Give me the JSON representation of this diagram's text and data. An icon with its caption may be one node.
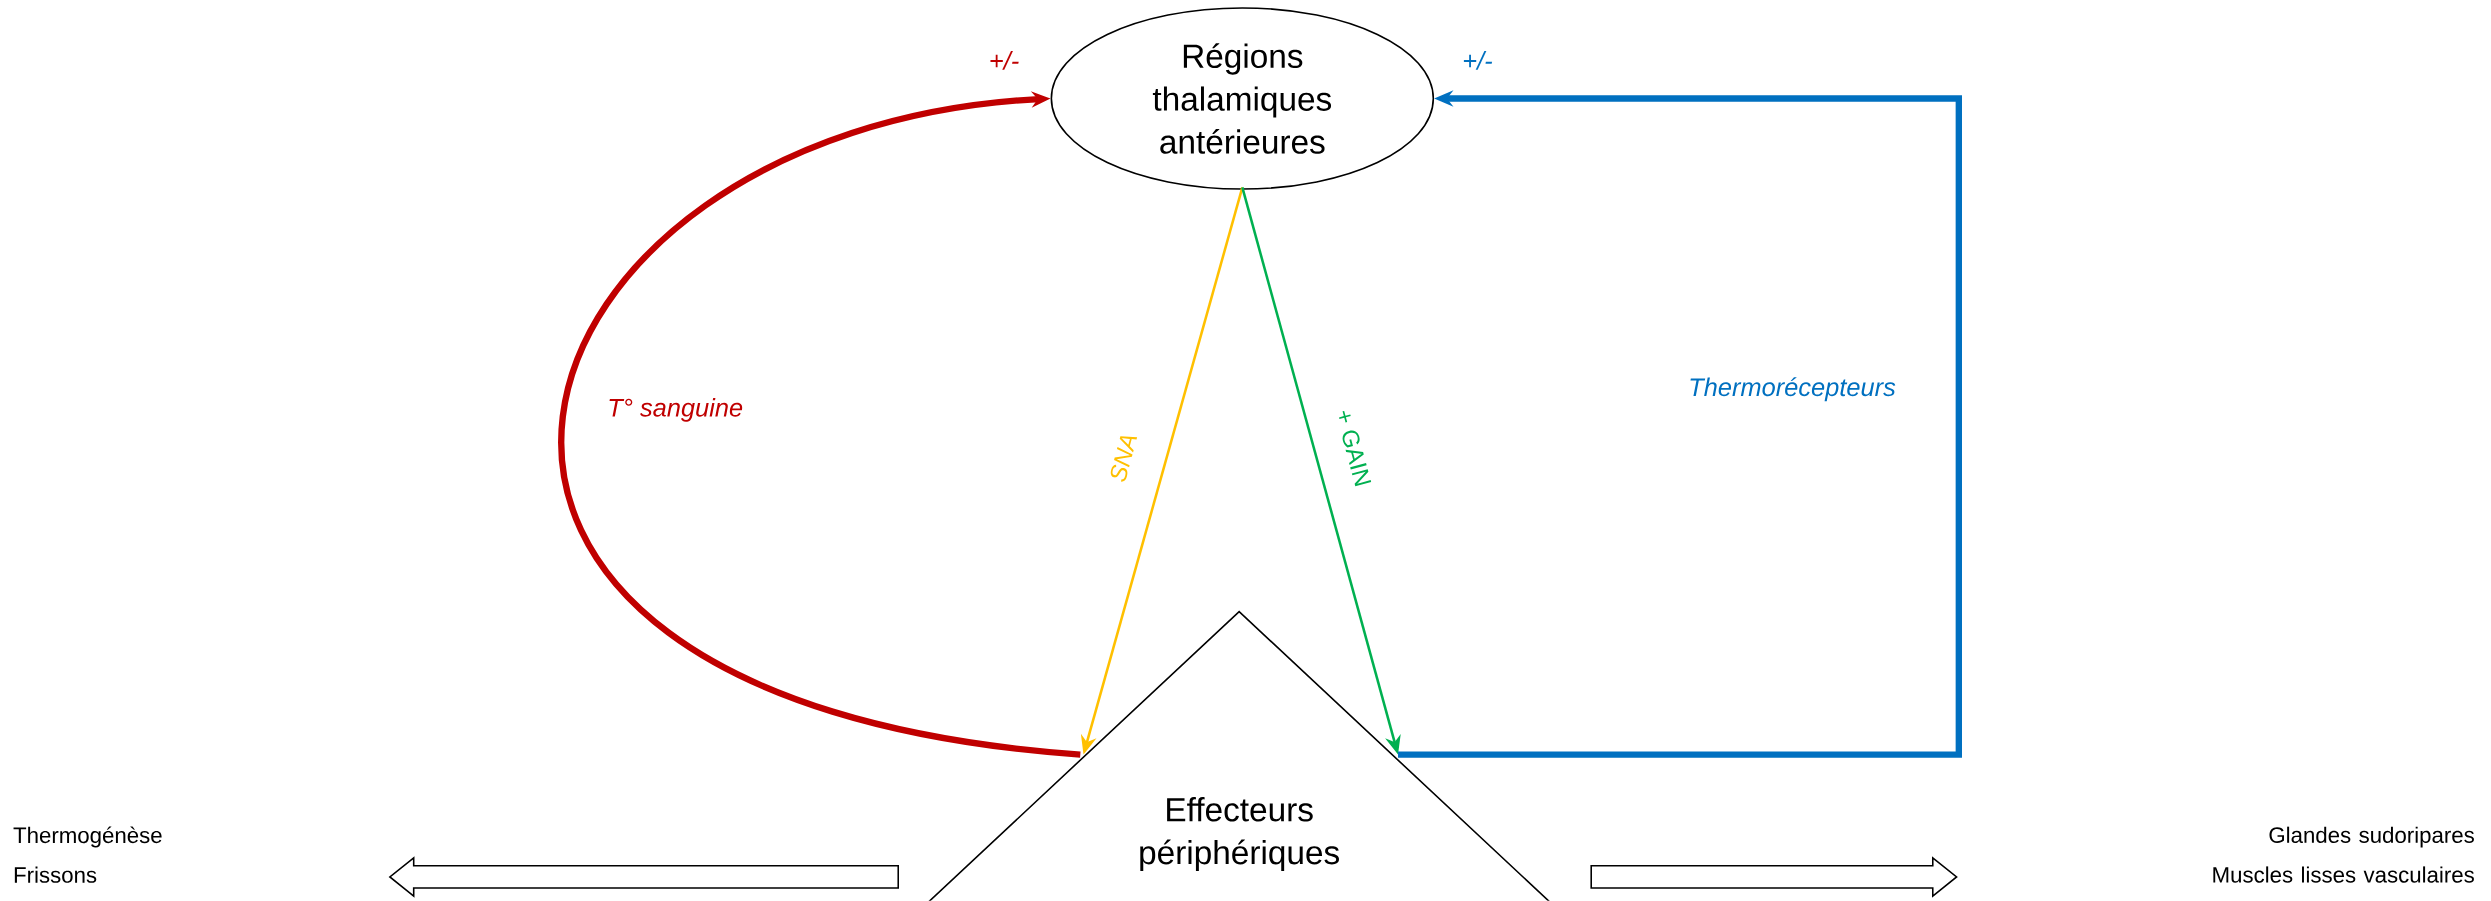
{
  "diagram": {
    "nodes": [
      {
        "text": [
          "Régions thalamiques antérieures"
        ]
      },
      {
        "text": [
          "Effecteurs périphériques"
        ]
      },
      {
        "text": [
          "Thermogénèse",
          "Frissons"
        ]
      },
      {
        "text": [
          "Glandes sudoripares",
          "Muscles lisses vasculaires"
        ]
      }
    ],
    "edges": [
      {
        "from": 1,
        "to": 0,
        "arrow": "to",
        "label": "T° sanguine",
        "style": "thick",
        "color": "#c00000"
      },
      {
        "from": 0,
        "to": 1,
        "arrow": "to",
        "label": "SNA",
        "color": "#ffc000"
      },
      {
        "from": 0,
        "to": 1,
        "arrow": "to",
        "label": "+ GAIN",
        "color": "#00b050"
      },
      {
        "from": 1,
        "to": 0,
        "arrow": "to",
        "label": "Thermorécepteurs",
        "style": "thick",
        "color": "#0070c0"
      },
      {
        "from": 1,
        "to": 2,
        "arrow": "to"
      },
      {
        "from": 1,
        "to": 3,
        "arrow": "to"
      }
    ],
    "labels": [
      "+/-",
      "+/-"
    ]
  }
}
